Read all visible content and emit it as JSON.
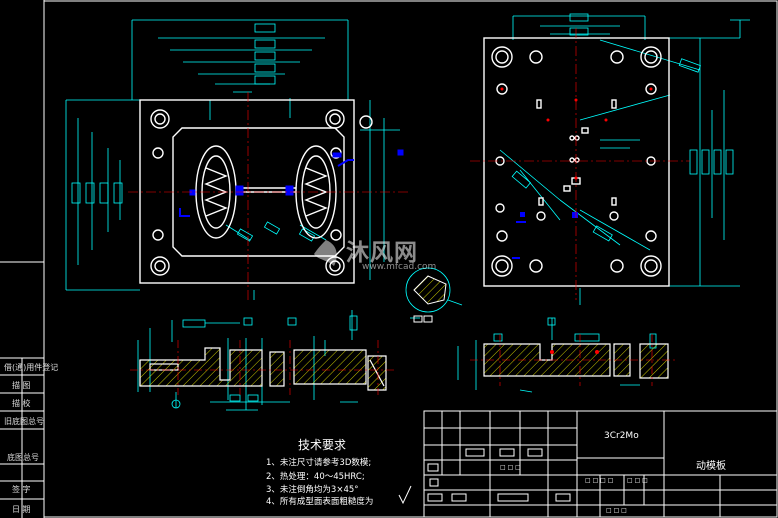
{
  "side_labels": [
    "借(通)用件登记",
    "描 图",
    "描 校",
    "旧底图总号",
    "底图总号",
    "签 字",
    "日 期"
  ],
  "tech_requirements": {
    "title": "技术要求",
    "items": [
      "1、未注尺寸请参考3D数模;",
      "2、热处理：40～45HRC;",
      "3、未注倒角均为3×45°",
      "4、所有成型面表面粗糙度为"
    ]
  },
  "title_block": {
    "material": "3Cr2Mo",
    "part_name": "动模板"
  },
  "watermark": {
    "name": "沐风网",
    "url": "www.mfcad.com"
  },
  "colors": {
    "background": "#000000",
    "outline": "#ffffff",
    "dimension": "#00ffff",
    "centerline": "#ff0000",
    "highlight": "#0000ff",
    "hatch": "#ffff00"
  }
}
